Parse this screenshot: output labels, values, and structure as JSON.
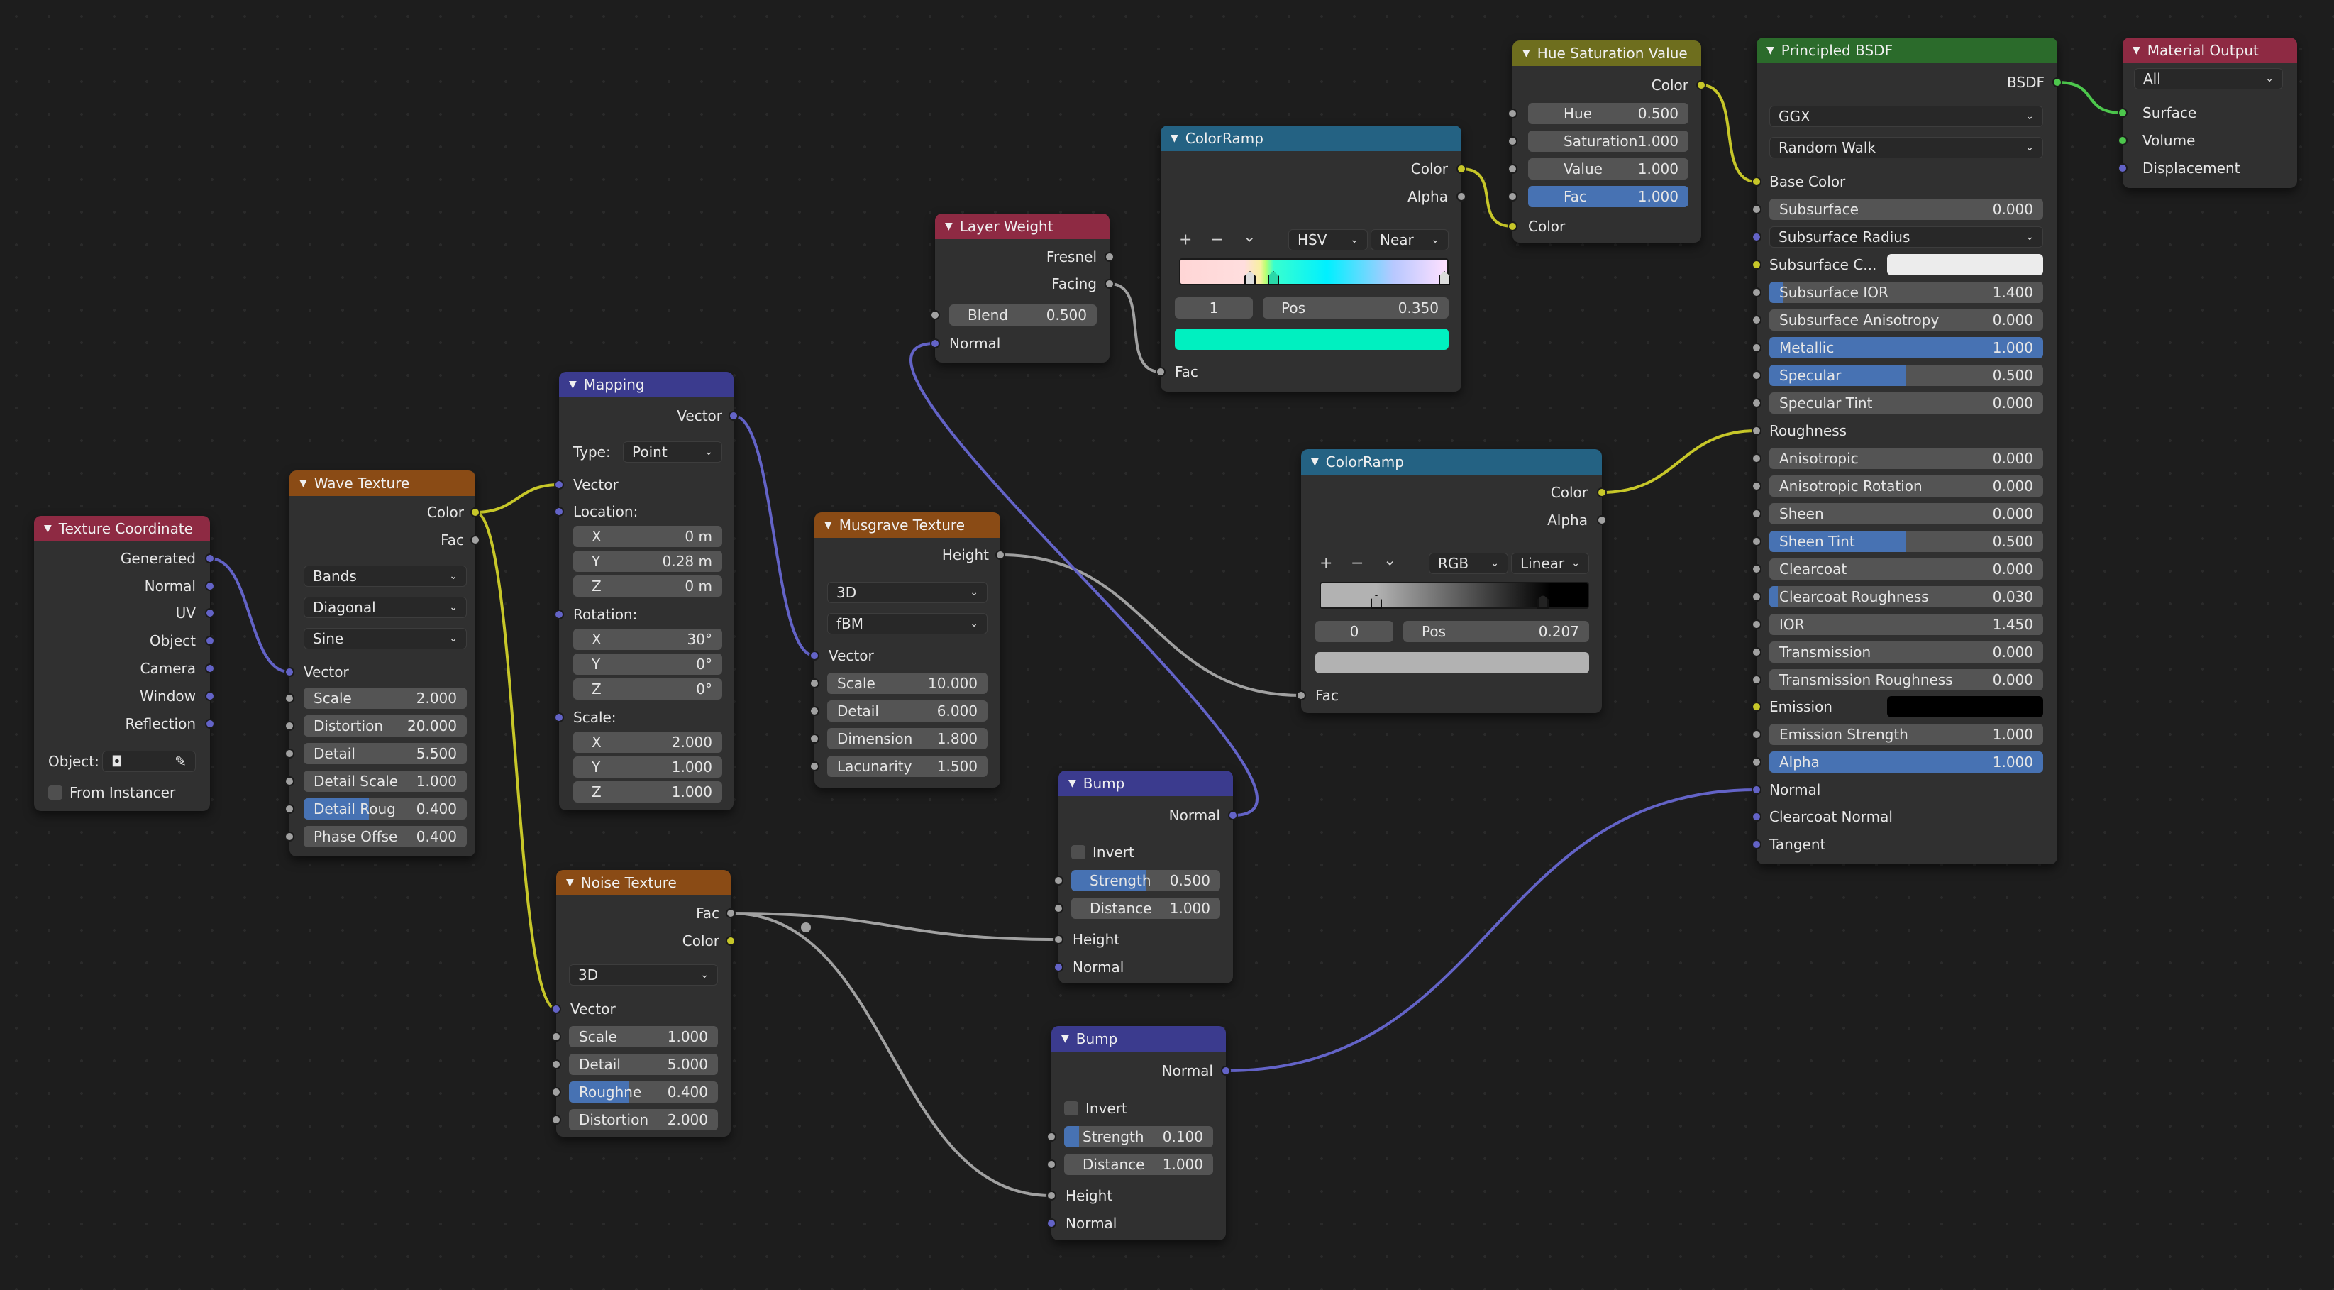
{
  "colors": {
    "canvas": "#1d1d1d",
    "node_body": "#303030",
    "header_input": "#8e2a43",
    "header_texture": "#8a4b15",
    "header_vector": "#3b3b8e",
    "header_converter": "#246283",
    "header_color": "#6e6e1e",
    "header_shader": "#2b6b2b",
    "socket_float": "#a1a1a1",
    "socket_color": "#c7c729",
    "socket_vector": "#6363c7",
    "socket_shader": "#4dc74d",
    "field_fill": "#4772b3"
  },
  "nodes": {
    "tex_coord": {
      "title": "Texture Coordinate",
      "outputs": [
        "Generated",
        "Normal",
        "UV",
        "Object",
        "Camera",
        "Window",
        "Reflection"
      ],
      "object_label": "Object:",
      "from_instancer": "From Instancer"
    },
    "wave": {
      "title": "Wave Texture",
      "outputs": [
        "Color",
        "Fac"
      ],
      "dropdowns": [
        "Bands",
        "Diagonal",
        "Sine"
      ],
      "vector_label": "Vector",
      "fields": [
        {
          "label": "Scale",
          "value": "2.000"
        },
        {
          "label": "Distortion",
          "value": "20.000"
        },
        {
          "label": "Detail",
          "value": "5.500"
        },
        {
          "label": "Detail Scale",
          "value": "1.000"
        },
        {
          "label": "Detail Roug",
          "value": "0.400",
          "fill": 0.4
        },
        {
          "label": "Phase Offse",
          "value": "0.400"
        }
      ]
    },
    "mapping": {
      "title": "Mapping",
      "output": "Vector",
      "type_label": "Type:",
      "type_value": "Point",
      "vector_label": "Vector",
      "location_label": "Location:",
      "location": [
        {
          "label": "X",
          "value": "0 m"
        },
        {
          "label": "Y",
          "value": "0.28 m"
        },
        {
          "label": "Z",
          "value": "0 m"
        }
      ],
      "rotation_label": "Rotation:",
      "rotation": [
        {
          "label": "X",
          "value": "30°"
        },
        {
          "label": "Y",
          "value": "0°"
        },
        {
          "label": "Z",
          "value": "0°"
        }
      ],
      "scale_label": "Scale:",
      "scale": [
        {
          "label": "X",
          "value": "2.000"
        },
        {
          "label": "Y",
          "value": "1.000"
        },
        {
          "label": "Z",
          "value": "1.000"
        }
      ]
    },
    "noise": {
      "title": "Noise Texture",
      "outputs": [
        "Fac",
        "Color"
      ],
      "dimension": "3D",
      "vector_label": "Vector",
      "fields": [
        {
          "label": "Scale",
          "value": "1.000"
        },
        {
          "label": "Detail",
          "value": "5.000"
        },
        {
          "label": "Roughne",
          "value": "0.400",
          "fill": 0.4
        },
        {
          "label": "Distortion",
          "value": "2.000"
        }
      ]
    },
    "musgrave": {
      "title": "Musgrave Texture",
      "output": "Height",
      "dimension": "3D",
      "type": "fBM",
      "vector_label": "Vector",
      "fields": [
        {
          "label": "Scale",
          "value": "10.000"
        },
        {
          "label": "Detail",
          "value": "6.000"
        },
        {
          "label": "Dimension",
          "value": "1.800"
        },
        {
          "label": "Lacunarity",
          "value": "1.500"
        }
      ]
    },
    "layer_weight": {
      "title": "Layer Weight",
      "outputs": [
        "Fresnel",
        "Facing"
      ],
      "blend_label": "Blend",
      "blend_value": "0.500",
      "normal_label": "Normal"
    },
    "colorramp1": {
      "title": "ColorRamp",
      "outputs": [
        "Color",
        "Alpha"
      ],
      "add": "+",
      "remove": "−",
      "menu": "⌄",
      "color_mode": "HSV",
      "interpolation": "Near",
      "index": "1",
      "pos_label": "Pos",
      "pos_value": "0.350",
      "swatch": "#00f0c0",
      "fac_label": "Fac"
    },
    "colorramp2": {
      "title": "ColorRamp",
      "outputs": [
        "Color",
        "Alpha"
      ],
      "add": "+",
      "remove": "−",
      "menu": "⌄",
      "color_mode": "RGB",
      "interpolation": "Linear",
      "index": "0",
      "pos_label": "Pos",
      "pos_value": "0.207",
      "swatch": "#b2b2b2",
      "fac_label": "Fac"
    },
    "hsv": {
      "title": "Hue Saturation Value",
      "output": "Color",
      "fields": [
        {
          "label": "Hue",
          "value": "0.500"
        },
        {
          "label": "Saturation",
          "value": "1.000"
        },
        {
          "label": "Value",
          "value": "1.000"
        },
        {
          "label": "Fac",
          "value": "1.000",
          "fill": 1.0
        }
      ],
      "color_label": "Color"
    },
    "bump1": {
      "title": "Bump",
      "output": "Normal",
      "invert": "Invert",
      "fields": [
        {
          "label": "Strength",
          "value": "0.500",
          "fill": 0.5
        },
        {
          "label": "Distance",
          "value": "1.000"
        }
      ],
      "inputs": [
        "Height",
        "Normal"
      ]
    },
    "bump2": {
      "title": "Bump",
      "output": "Normal",
      "invert": "Invert",
      "fields": [
        {
          "label": "Strength",
          "value": "0.100",
          "fill": 0.1
        },
        {
          "label": "Distance",
          "value": "1.000"
        }
      ],
      "inputs": [
        "Height",
        "Normal"
      ]
    },
    "principled": {
      "title": "Principled BSDF",
      "output": "BSDF",
      "distribution": "GGX",
      "subsurface_method": "Random Walk",
      "base_color": "Base Color",
      "subsurface": {
        "label": "Subsurface",
        "value": "0.000"
      },
      "subsurface_radius": "Subsurface Radius",
      "subsurface_color": "Subsurface C...",
      "subsurface_color_value": "#ececec",
      "fields_a": [
        {
          "label": "Subsurface IOR",
          "value": "1.400",
          "fill": 0.05
        },
        {
          "label": "Subsurface Anisotropy",
          "value": "0.000"
        },
        {
          "label": "Metallic",
          "value": "1.000",
          "fill": 1.0
        },
        {
          "label": "Specular",
          "value": "0.500",
          "fill": 0.5
        },
        {
          "label": "Specular Tint",
          "value": "0.000"
        }
      ],
      "roughness": "Roughness",
      "fields_b": [
        {
          "label": "Anisotropic",
          "value": "0.000"
        },
        {
          "label": "Anisotropic Rotation",
          "value": "0.000"
        },
        {
          "label": "Sheen",
          "value": "0.000"
        },
        {
          "label": "Sheen Tint",
          "value": "0.500",
          "fill": 0.5
        },
        {
          "label": "Clearcoat",
          "value": "0.000"
        },
        {
          "label": "Clearcoat Roughness",
          "value": "0.030",
          "fill": 0.03
        },
        {
          "label": "IOR",
          "value": "1.450"
        },
        {
          "label": "Transmission",
          "value": "0.000"
        },
        {
          "label": "Transmission Roughness",
          "value": "0.000"
        }
      ],
      "emission": "Emission",
      "emission_color": "#000000",
      "fields_c": [
        {
          "label": "Emission Strength",
          "value": "1.000"
        },
        {
          "label": "Alpha",
          "value": "1.000",
          "fill": 1.0
        }
      ],
      "inputs_end": [
        "Normal",
        "Clearcoat Normal",
        "Tangent"
      ]
    },
    "output": {
      "title": "Material Output",
      "target": "All",
      "inputs": [
        "Surface",
        "Volume",
        "Displacement"
      ]
    }
  }
}
